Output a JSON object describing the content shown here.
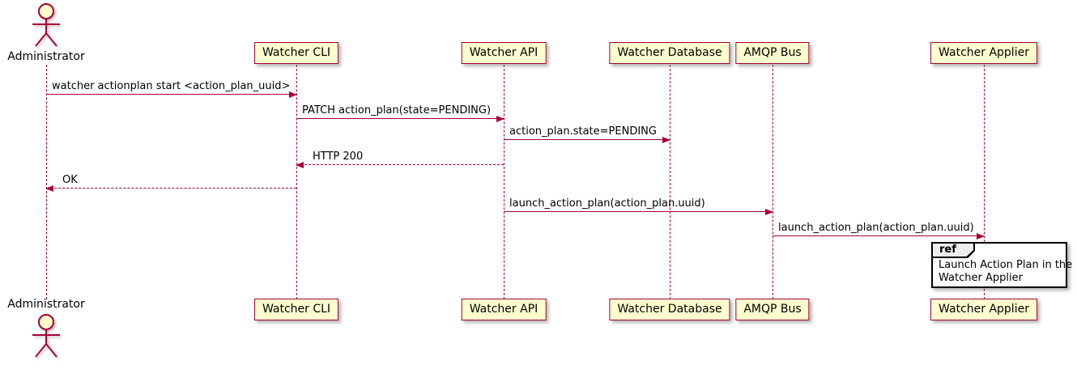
{
  "diagram": {
    "kind": "uml-sequence-diagram",
    "actor": {
      "name": "Administrator"
    },
    "participants": [
      {
        "id": "watcher-cli",
        "label": "Watcher CLI"
      },
      {
        "id": "watcher-api",
        "label": "Watcher API"
      },
      {
        "id": "watcher-database",
        "label": "Watcher Database"
      },
      {
        "id": "amqp-bus",
        "label": "AMQP Bus"
      },
      {
        "id": "watcher-applier",
        "label": "Watcher Applier"
      }
    ],
    "messages": [
      {
        "from": "Administrator",
        "to": "Watcher CLI",
        "label": "watcher actionplan start <action_plan_uuid>",
        "line": "solid",
        "direction": "right"
      },
      {
        "from": "Watcher CLI",
        "to": "Watcher API",
        "label": "PATCH action_plan(state=PENDING)",
        "line": "solid",
        "direction": "right"
      },
      {
        "from": "Watcher API",
        "to": "Watcher Database",
        "label": "action_plan.state=PENDING",
        "line": "solid",
        "direction": "right"
      },
      {
        "from": "Watcher API",
        "to": "Watcher CLI",
        "label": "HTTP 200",
        "line": "dashed",
        "direction": "left"
      },
      {
        "from": "Watcher CLI",
        "to": "Administrator",
        "label": "OK",
        "line": "dashed",
        "direction": "left"
      },
      {
        "from": "Watcher API",
        "to": "AMQP Bus",
        "label": "launch_action_plan(action_plan.uuid)",
        "line": "solid",
        "direction": "right"
      },
      {
        "from": "AMQP Bus",
        "to": "Watcher Applier",
        "label": "launch_action_plan(action_plan.uuid)",
        "line": "solid",
        "direction": "right"
      }
    ],
    "ref": {
      "keyword": "ref",
      "line1": "Launch Action Plan in the",
      "line2": "Watcher Applier"
    },
    "colors": {
      "participant_fill": "#FEFECE",
      "stroke": "#A80036",
      "text": "#000000",
      "ref_header_fill": "#EEEEEE",
      "ref_border": "#000000",
      "background": "#FFFFFF"
    }
  }
}
